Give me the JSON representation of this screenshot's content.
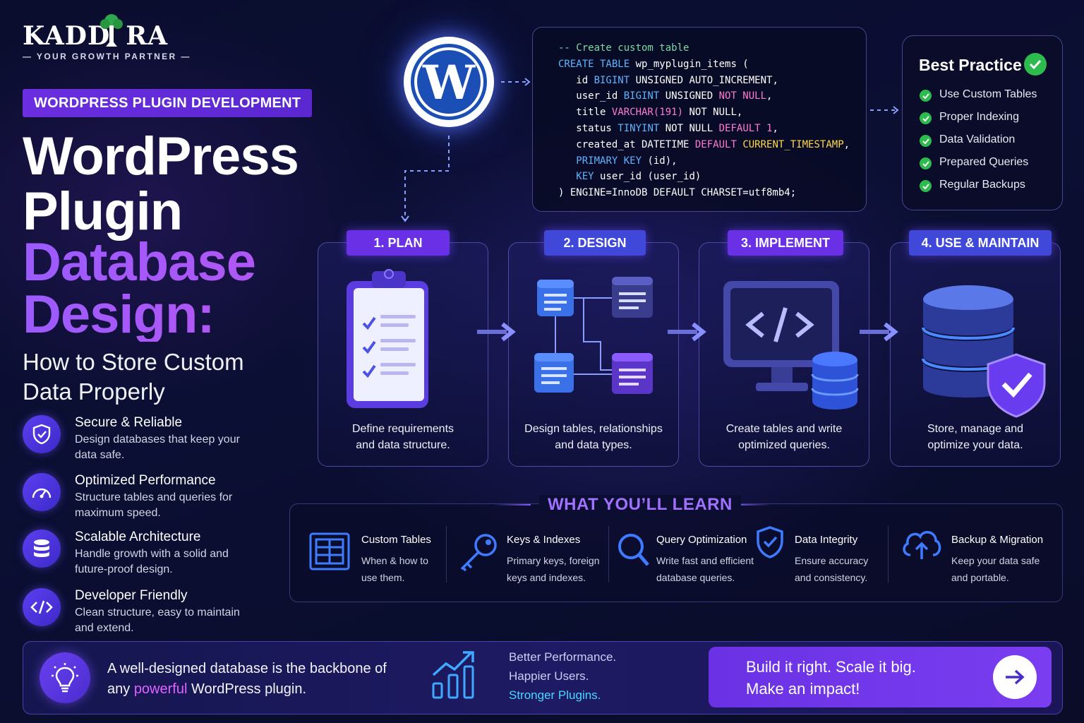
{
  "brand": {
    "logo_left": "KADD",
    "logo_right": "RA",
    "tagline": "— YOUR GROWTH PARTNER —"
  },
  "hero": {
    "category": "WORDPRESS PLUGIN DEVELOPMENT",
    "title_line1": "WordPress",
    "title_line2": "Plugin",
    "title_line3": "Database",
    "title_line4": "Design:",
    "subtitle": "How to Store Custom Data Properly"
  },
  "features": [
    {
      "icon": "shield-check-icon",
      "title": "Secure & Reliable",
      "desc": "Design databases that keep your data safe."
    },
    {
      "icon": "speedometer-icon",
      "title": "Optimized Performance",
      "desc": "Structure tables and queries for maximum speed."
    },
    {
      "icon": "database-icon",
      "title": "Scalable Architecture",
      "desc": "Handle growth with a solid and future-proof design."
    },
    {
      "icon": "code-icon",
      "title": "Developer Friendly",
      "desc": "Clean structure, easy to maintain and extend."
    }
  ],
  "code": {
    "lines": [
      "-- Create custom table",
      "CREATE TABLE wp_myplugin_items (",
      "  id BIGINT UNSIGNED AUTO_INCREMENT,",
      "  user_id BIGINT UNSIGNED NOT NULL,",
      "  title VARCHAR(191) NOT NULL,",
      "  status TINYINT NOT NULL DEFAULT 1,",
      "  created_at DATETIME DEFAULT CURRENT_TIMESTAMP,",
      "  PRIMARY KEY (id),",
      "  KEY user_id (user_id)",
      ") ENGINE=InnoDB DEFAULT CHARSET=utf8mb4;"
    ]
  },
  "best_practice": {
    "title": "Best Practice",
    "items": [
      "Use Custom Tables",
      "Proper Indexing",
      "Data Validation",
      "Prepared Queries",
      "Regular Backups"
    ]
  },
  "steps": [
    {
      "badge": "1. PLAN",
      "desc": "Define requirements and data structure.",
      "icon": "clipboard-checklist-icon",
      "color": "#6a30e6"
    },
    {
      "badge": "2. DESIGN",
      "desc": "Design tables, relationships and data types.",
      "icon": "table-relationship-icon",
      "color": "#3f48d8"
    },
    {
      "badge": "3. IMPLEMENT",
      "desc": "Create tables and write optimized queries.",
      "icon": "monitor-code-icon",
      "color": "#6a30e6"
    },
    {
      "badge": "4. USE & MAINTAIN",
      "desc": "Store, manage and optimize your data.",
      "icon": "database-shield-icon",
      "color": "#3f48d8"
    }
  ],
  "learn": {
    "heading": "WHAT YOU’LL LEARN",
    "items": [
      {
        "icon": "table-icon",
        "title": "Custom Tables",
        "desc": "When & how to use them."
      },
      {
        "icon": "key-icon",
        "title": "Keys & Indexes",
        "desc": "Primary keys, foreign keys and indexes."
      },
      {
        "icon": "magnifier-icon",
        "title": "Query Optimization",
        "desc": "Write fast and efficient database queries."
      },
      {
        "icon": "shield-icon",
        "title": "Data Integrity",
        "desc": "Ensure accuracy and consistency."
      },
      {
        "icon": "cloud-upload-icon",
        "title": "Backup & Migration",
        "desc": "Keep your data safe and portable."
      }
    ]
  },
  "banner": {
    "text_before": "A well-designed database is the backbone of any ",
    "text_highlight": "powerful",
    "text_after": " WordPress plugin.",
    "perf_1": "Better Performance.",
    "perf_2": "Happier Users.",
    "perf_3": "Stronger Plugins.",
    "cta_line1": "Build it right. Scale it big.",
    "cta_line2": "Make an impact!"
  },
  "colors": {
    "accent_purple": "#6b2ee0",
    "accent_blue": "#3f48d8",
    "success_green": "#2dbb4e",
    "highlight_pink": "#e062ff",
    "highlight_cyan": "#49d7ff"
  }
}
